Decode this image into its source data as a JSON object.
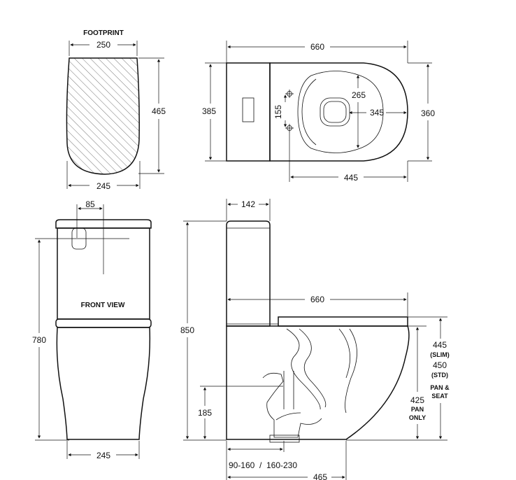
{
  "footprint": {
    "title": "FOOTPRINT",
    "width_top": "250",
    "width_bottom": "245",
    "depth": "465"
  },
  "plan": {
    "overall_length": "660",
    "cistern_depth": "385",
    "hole_spacing": "155",
    "bowl_inner_depth": "265",
    "bowl_inner_width": "345",
    "overall_width": "360",
    "bowl_length": "445"
  },
  "front": {
    "title": "FRONT VIEW",
    "button_offset": "85",
    "height": "780",
    "base_width": "245"
  },
  "side": {
    "cistern_width": "142",
    "overall_length": "660",
    "overall_height": "850",
    "seat_height_slim": "445",
    "slim_label": "(SLIM)",
    "seat_height_std": "450",
    "std_label": "(STD)",
    "pan_seat_label_1": "PAN &",
    "pan_seat_label_2": "SEAT",
    "pan_only_height": "425",
    "pan_only_label_1": "PAN",
    "pan_only_label_2": "ONLY",
    "outlet_height": "185",
    "setout_range": "90-160  /  160-230",
    "base_depth": "465"
  }
}
